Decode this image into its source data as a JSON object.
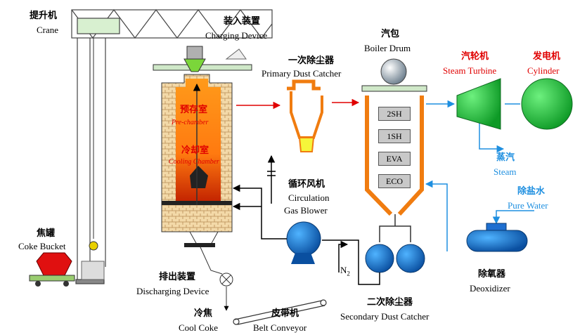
{
  "colors": {
    "gas_path": "#e00000",
    "steam_water": "#1e8fe0",
    "coke": "#f07c10",
    "green": "#19c23a",
    "pipe": "#000000"
  },
  "labels": {
    "crane_cn": "提升机",
    "crane_en": "Crane",
    "charging_cn": "装入装置",
    "charging_en": "Charging Device",
    "drum_cn": "汽包",
    "drum_en": "Boiler Drum",
    "primary_cn": "一次除尘器",
    "primary_en": "Primary Dust Catcher",
    "turbine_cn": "汽轮机",
    "turbine_en": "Steam Turbine",
    "generator_cn": "发电机",
    "generator_en": "Cylinder",
    "prechamber_cn": "预存室",
    "prechamber_en": "Pre-chamber",
    "cooling_cn": "冷却室",
    "cooling_en": "Cooling Chamber",
    "blower_cn": "循环风机",
    "blower_en1": "Circulation",
    "blower_en2": "Gas Blower",
    "steam_cn": "蒸汽",
    "steam_en": "Steam",
    "purewater_cn": "除盐水",
    "purewater_en": "Pure Water",
    "bucket_cn": "焦罐",
    "bucket_en": "Coke Bucket",
    "discharge_cn": "排出装置",
    "discharge_en": "Discharging Device",
    "n2_main": "N",
    "n2_sub": "2",
    "deox_cn": "除氧器",
    "deox_en": "Deoxidizer",
    "secondary_cn": "二次除尘器",
    "secondary_en": "Secondary Dust Catcher",
    "coolcoke_cn": "冷焦",
    "coolcoke_en": "Cool Coke",
    "belt_cn": "皮带机",
    "belt_en": "Belt Conveyor"
  },
  "boiler_sections": [
    "2SH",
    "1SH",
    "EVA",
    "ECO"
  ]
}
